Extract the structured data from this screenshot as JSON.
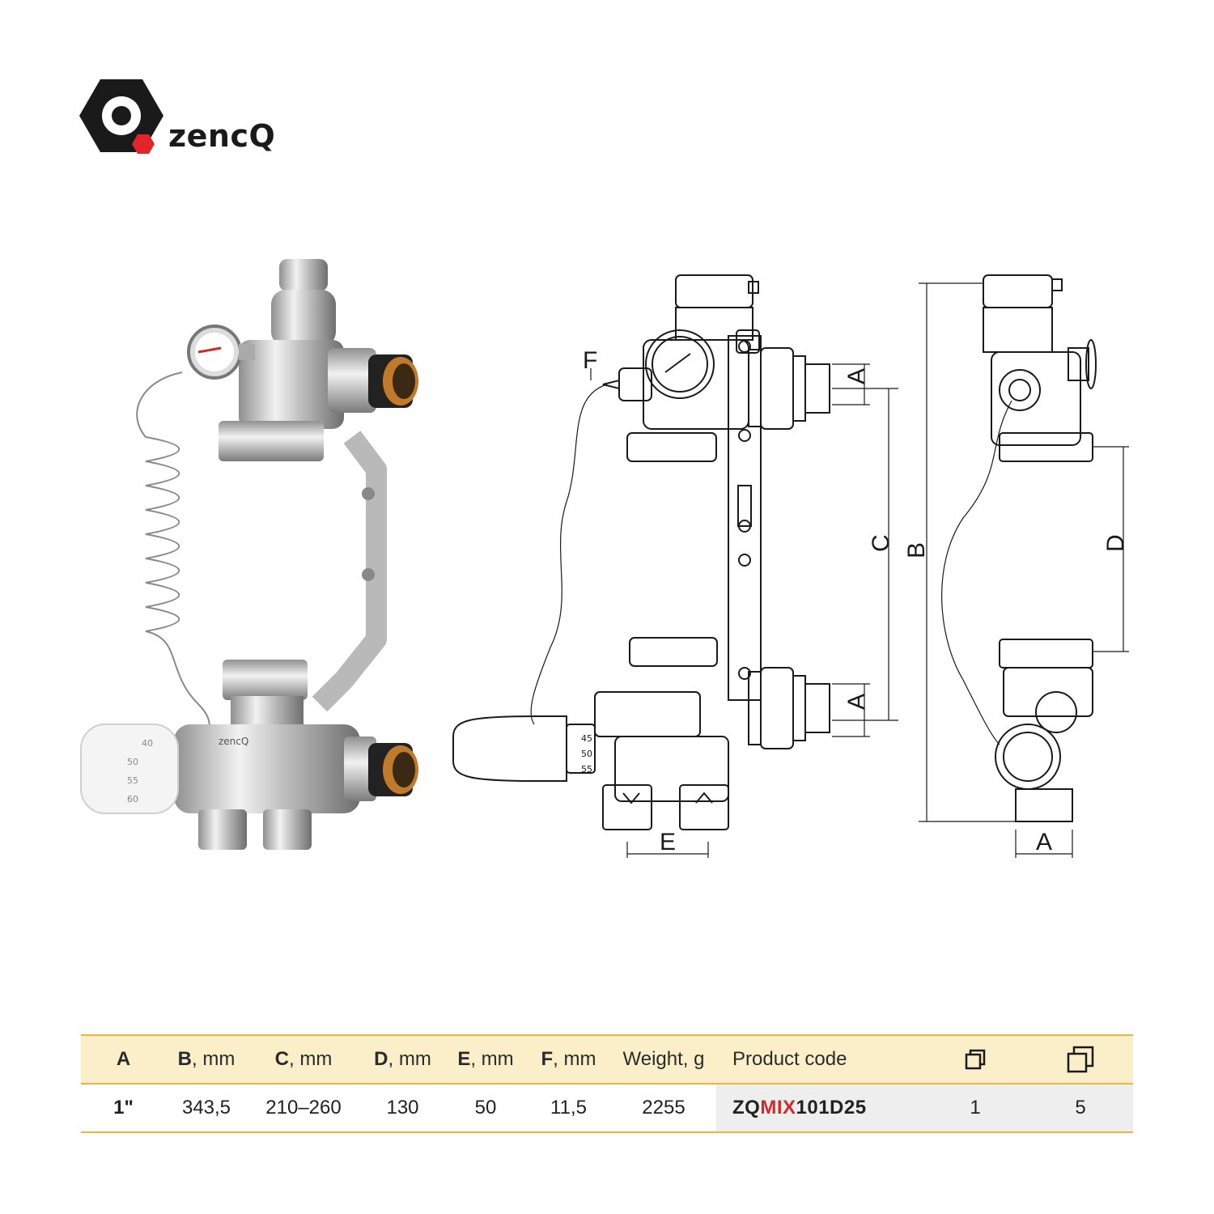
{
  "brand": {
    "name": "zencQ",
    "logo_icon": "hexagon-q-logo-icon",
    "accent_color": "#e1252b"
  },
  "photo": {
    "body_badge": "zencQ",
    "thermostat_scale": [
      "40",
      "50",
      "55",
      "60"
    ]
  },
  "drawing_front": {
    "labels": {
      "A_top": "A",
      "A_bottom": "A",
      "B": "B",
      "C": "C",
      "E": "E",
      "F": "F"
    },
    "thermostat_scale": [
      "45",
      "50",
      "55"
    ]
  },
  "drawing_side": {
    "labels": {
      "A": "A",
      "D": "D"
    }
  },
  "spec_table": {
    "headers": [
      {
        "key": "A",
        "unit": ""
      },
      {
        "key": "B",
        "unit": ", mm"
      },
      {
        "key": "C",
        "unit": ", mm"
      },
      {
        "key": "D",
        "unit": ", mm"
      },
      {
        "key": "E",
        "unit": ", mm"
      },
      {
        "key": "F",
        "unit": ", mm"
      },
      {
        "key": "",
        "unit": "Weight, g"
      },
      {
        "key": "",
        "unit": "Product code"
      }
    ],
    "package_icons": [
      "single-package-icon",
      "multi-package-icon"
    ],
    "row": {
      "A": "1\"",
      "B": "343,5",
      "C": "210–260",
      "D": "130",
      "E": "50",
      "F": "11,5",
      "weight": "2255",
      "code_prefix": "ZQ",
      "code_accent": "MIX",
      "code_suffix": "101D25",
      "pack_single": "1",
      "pack_multi": "5"
    },
    "colors": {
      "header_bg": "#fbefc9",
      "rule": "#e7b63c",
      "code_bg": "#eeeeee"
    }
  }
}
